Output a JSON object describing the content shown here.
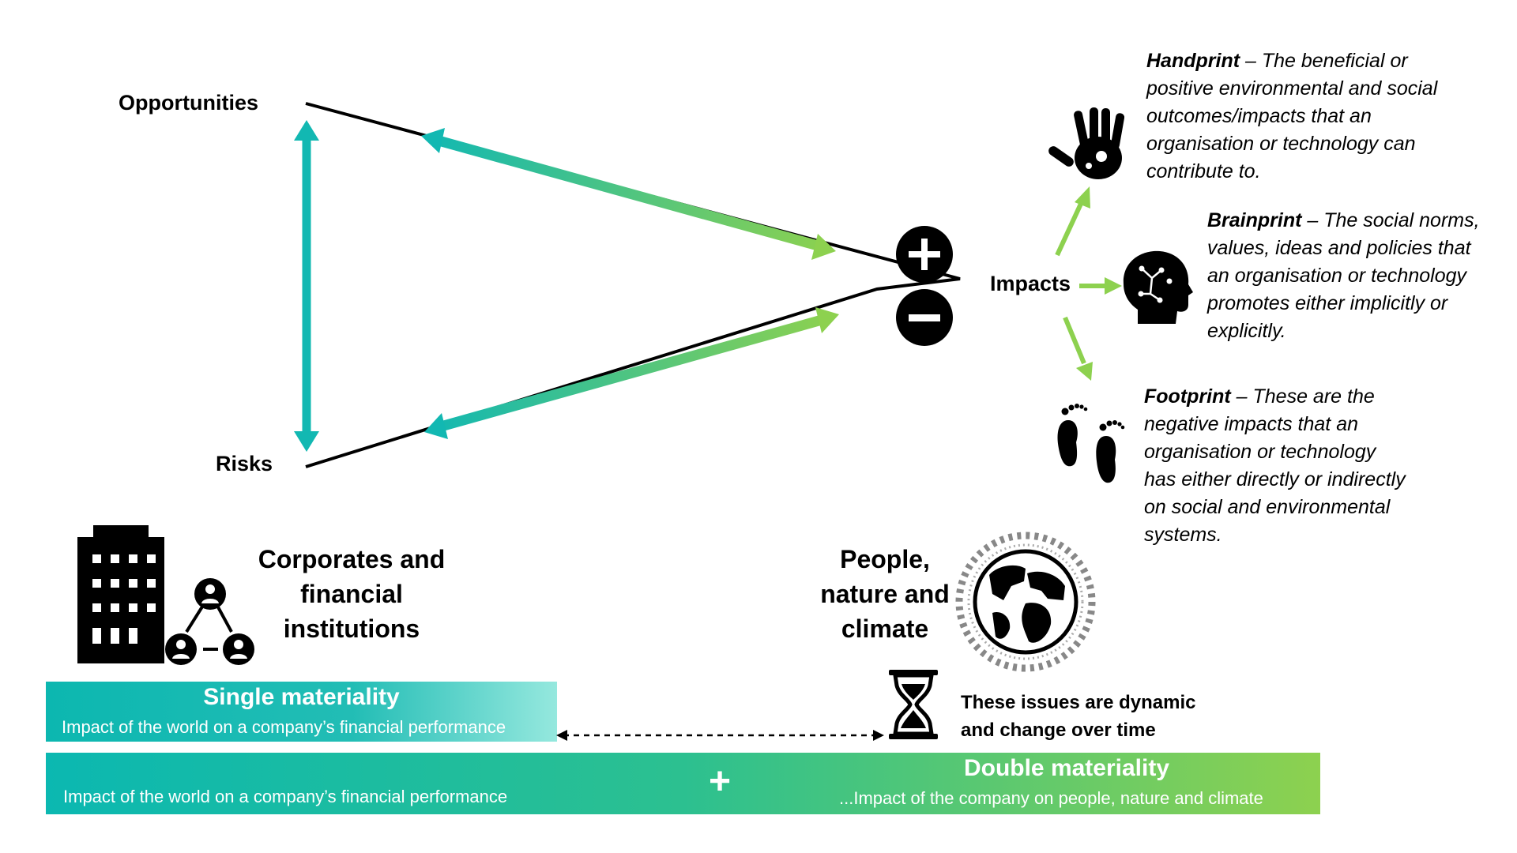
{
  "labels": {
    "opportunities": "Opportunities",
    "risks": "Risks",
    "impacts": "Impacts",
    "corporates": [
      "Corporates and",
      "financial",
      "institutions"
    ],
    "people": [
      "People,",
      "nature and",
      "climate"
    ],
    "dynamic": [
      "These issues are dynamic",
      "and change over time"
    ]
  },
  "symbols": {
    "plus": "+",
    "minus": "−",
    "bar_plus": "+"
  },
  "definitions": {
    "handprint": {
      "term": "Handprint",
      "text": "– The beneficial or positive environmental and social outcomes/impacts that an organisation or technology can contribute to."
    },
    "brainprint": {
      "term": "Brainprint",
      "text": "– The social norms, values, ideas and policies that an organisation or technology promotes either implicitly or explicitly."
    },
    "footprint": {
      "term": "Footprint",
      "text": "– These are the negative impacts that an organisation or technology has either directly or indirectly on social and environmental systems."
    }
  },
  "bars": {
    "single": {
      "title": "Single materiality",
      "subtitle": "Impact of the world on a company’s financial performance"
    },
    "double": {
      "title": "Double materiality",
      "left_text": "Impact of the world on a company’s financial performance",
      "right_text": "...Impact of the company on people, nature and climate"
    }
  },
  "icons": [
    "handprint-icon",
    "brain-head-icon",
    "footprints-icon",
    "building-icon",
    "people-network-icon",
    "globe-people-icon",
    "hourglass-icon"
  ],
  "colors": {
    "teal": "#12b8b2",
    "green": "#8dd14f",
    "light_teal": "#92e6dd",
    "black": "#000000",
    "white": "#ffffff"
  }
}
